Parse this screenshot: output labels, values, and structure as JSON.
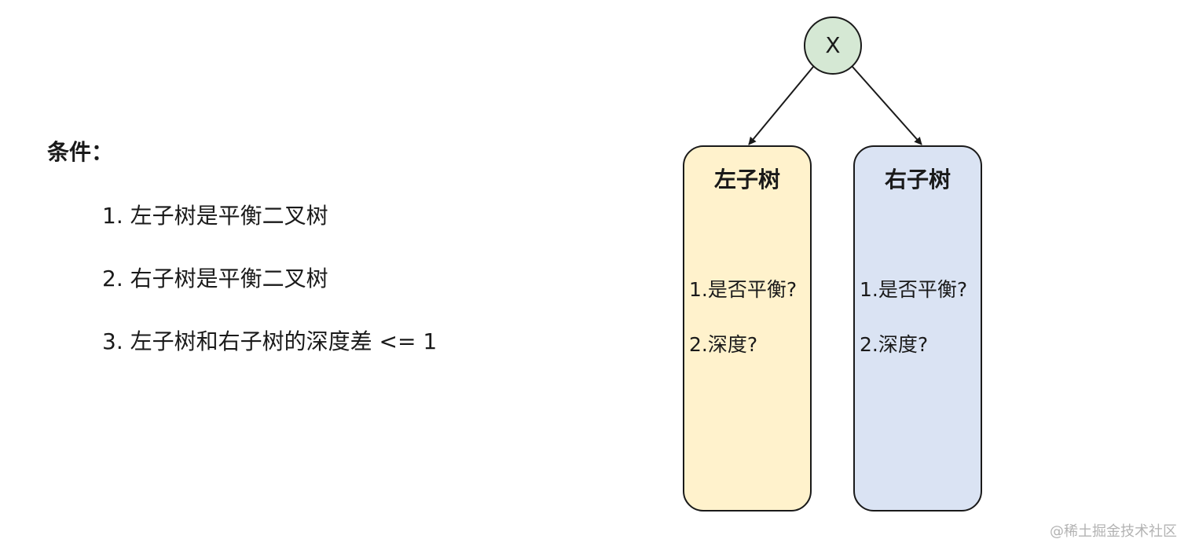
{
  "conditions": {
    "title": "条件：",
    "items": [
      "1. 左子树是平衡二叉树",
      "2. 右子树是平衡二叉树",
      "3. 左子树和右子树的深度差 <= 1"
    ]
  },
  "tree": {
    "root": {
      "label": "X",
      "fill": "#d5e8d4"
    },
    "left_subtree": {
      "title": "左子树",
      "lines": [
        "1.是否平衡?",
        "2.深度?"
      ],
      "fill": "#fff2cc"
    },
    "right_subtree": {
      "title": "右子树",
      "lines": [
        "1.是否平衡?",
        "2.深度?"
      ],
      "fill": "#dae3f3"
    }
  },
  "watermark": "@稀土掘金技术社区"
}
